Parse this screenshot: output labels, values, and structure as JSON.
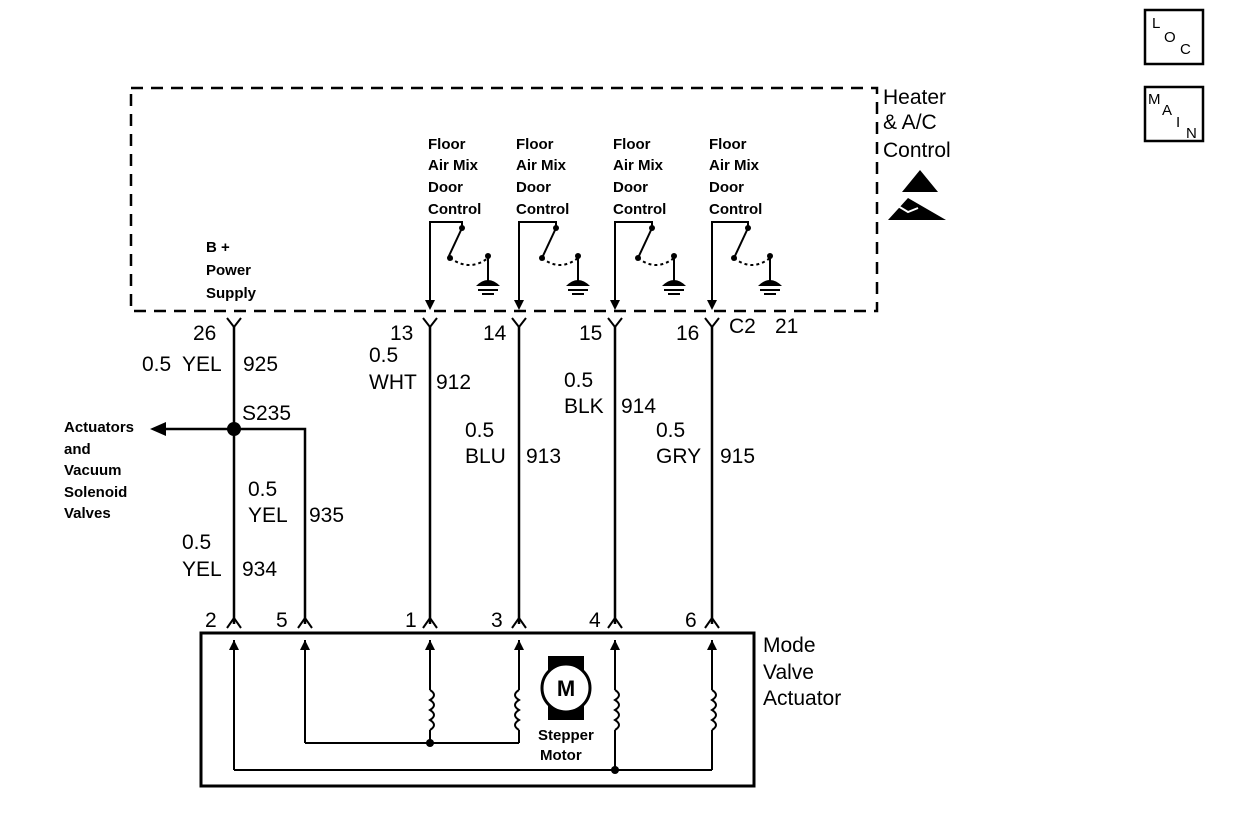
{
  "nav": {
    "loc_1": "L",
    "loc_2": "O",
    "loc_3": "C",
    "main_1": "M",
    "main_2": "A",
    "main_3": "I",
    "main_4": "N"
  },
  "control": {
    "title_1": "Heater",
    "title_2": "& A/C",
    "title_3": "Control",
    "b_plus_1": "B +",
    "b_plus_2": "Power",
    "b_plus_3": "Supply",
    "door_label_1": "Floor",
    "door_label_2": "Air Mix",
    "door_label_3": "Door",
    "door_label_4": "Control",
    "connector": "C2",
    "connector_pin": "21"
  },
  "pins_top": [
    "26",
    "13",
    "14",
    "15",
    "16"
  ],
  "wires": {
    "w925": {
      "size": "0.5",
      "color": "YEL",
      "circuit": "925"
    },
    "w912": {
      "size": "0.5",
      "color": "WHT",
      "circuit": "912"
    },
    "w913": {
      "size": "0.5",
      "color": "BLU",
      "circuit": "913"
    },
    "w914": {
      "size": "0.5",
      "color": "BLK",
      "circuit": "914"
    },
    "w915": {
      "size": "0.5",
      "color": "GRY",
      "circuit": "915"
    },
    "w935": {
      "size": "0.5",
      "color": "YEL",
      "circuit": "935"
    },
    "w934": {
      "size": "0.5",
      "color": "YEL",
      "circuit": "934"
    }
  },
  "splice": "S235",
  "actuators": {
    "line_1": "Actuators",
    "line_2": "and",
    "line_3": "Vacuum",
    "line_4": "Solenoid",
    "line_5": "Valves"
  },
  "pins_bottom": [
    "2",
    "5",
    "1",
    "3",
    "4",
    "6"
  ],
  "actuator": {
    "title_1": "Mode",
    "title_2": "Valve",
    "title_3": "Actuator",
    "motor_symbol": "M",
    "motor_1": "Stepper",
    "motor_2": "Motor"
  }
}
